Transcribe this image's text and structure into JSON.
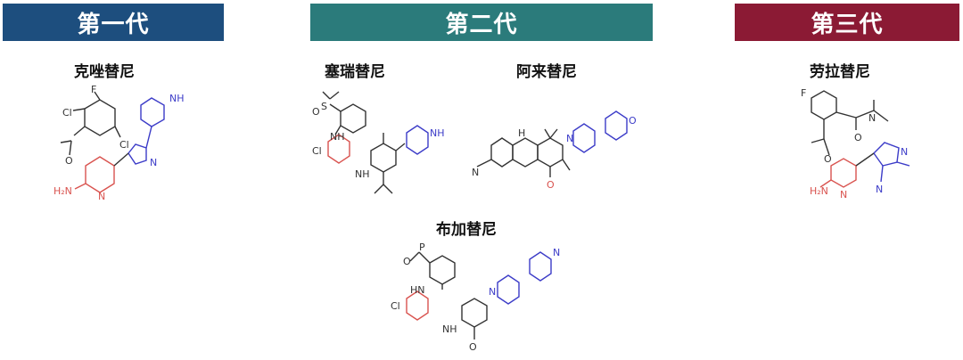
{
  "generations": [
    {
      "label": "第一代",
      "color": "#1d4e7e"
    },
    {
      "label": "第二代",
      "color": "#2b7b7b"
    },
    {
      "label": "第三代",
      "color": "#8b1a34"
    }
  ],
  "drugs": {
    "crizotinib": "克唑替尼",
    "ceritinib": "塞瑞替尼",
    "alectinib": "阿来替尼",
    "brigatinib": "布加替尼",
    "lorlatinib": "劳拉替尼"
  },
  "atoms": {
    "f": "F",
    "cl": "Cl",
    "o": "O",
    "n": "N",
    "nh": "NH",
    "hn": "HN",
    "h2n": "H₂N",
    "s": "S",
    "p": "P",
    "h": "H"
  },
  "colors": {
    "carbon": "#333333",
    "aminopyridine": "#d9534f",
    "heterocycle": "#3c3cc8"
  }
}
